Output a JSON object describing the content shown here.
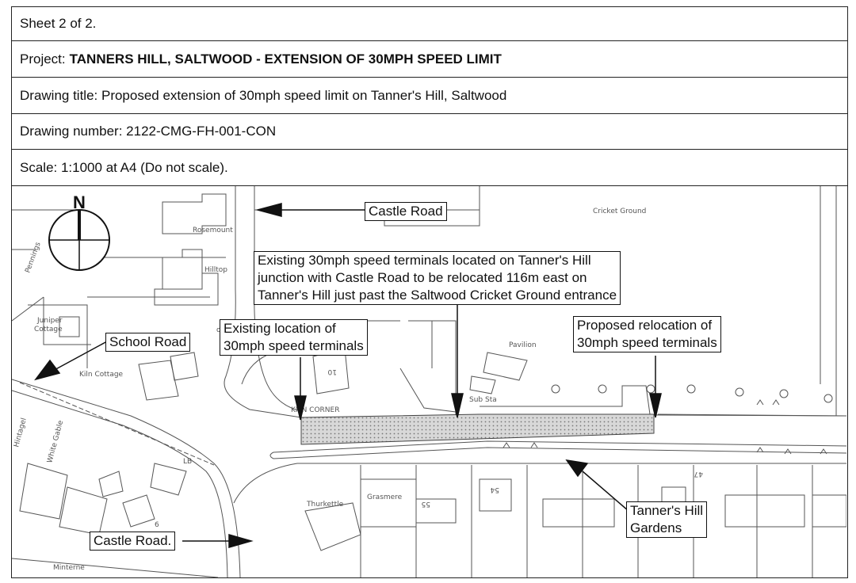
{
  "header": {
    "sheet": "Sheet 2 of 2.",
    "project_label": "Project:",
    "project_value": "TANNERS HILL, SALTWOOD - EXTENSION OF 30MPH SPEED LIMIT",
    "drawing_title": "Drawing title: Proposed extension of 30mph speed limit on Tanner's Hill, Saltwood",
    "drawing_number": "Drawing number: 2122-CMG-FH-001-CON",
    "scale": "Scale: 1:1000 at A4 (Do not scale)."
  },
  "map": {
    "north": "N",
    "callouts": {
      "castle_road_top": "Castle Road",
      "school_road": "School Road",
      "castle_road_bottom": "Castle Road.",
      "existing_terminals_note": [
        "Existing 30mph speed terminals located on Tanner's Hill",
        "junction with Castle Road to be relocated 116m east on",
        "Tanner's Hill just past the Saltwood Cricket Ground entrance"
      ],
      "existing_location": [
        "Existing location of",
        "30mph speed terminals"
      ],
      "proposed_relocation": [
        "Proposed relocation of",
        "30mph speed terminals"
      ],
      "tanners_hill_gardens": [
        "Tanner's Hill",
        "Gardens"
      ]
    },
    "place_labels": {
      "cricket_ground": "Cricket Ground",
      "rosemount": "Rosemount",
      "hilltop": "Hilltop",
      "pennings": "Pennings",
      "juniper_cottage": [
        "Juniper",
        "Cottage"
      ],
      "roadview": "oadvie",
      "kiln_cottage": "Kiln Cottage",
      "pavilion": "Pavilion",
      "kiln_corner": "KILN  CORNER",
      "sub_sta": "Sub Sta",
      "house_10": "10",
      "white_gable": "White Gable",
      "hintagel": "Hintagel",
      "lb": "LB",
      "thurkettle": "Thurkettle",
      "grasmere": "Grasmere",
      "no_55": "55",
      "no_54": "54",
      "no_47": "47",
      "minterne": "Minterne",
      "no_6": "6"
    }
  }
}
